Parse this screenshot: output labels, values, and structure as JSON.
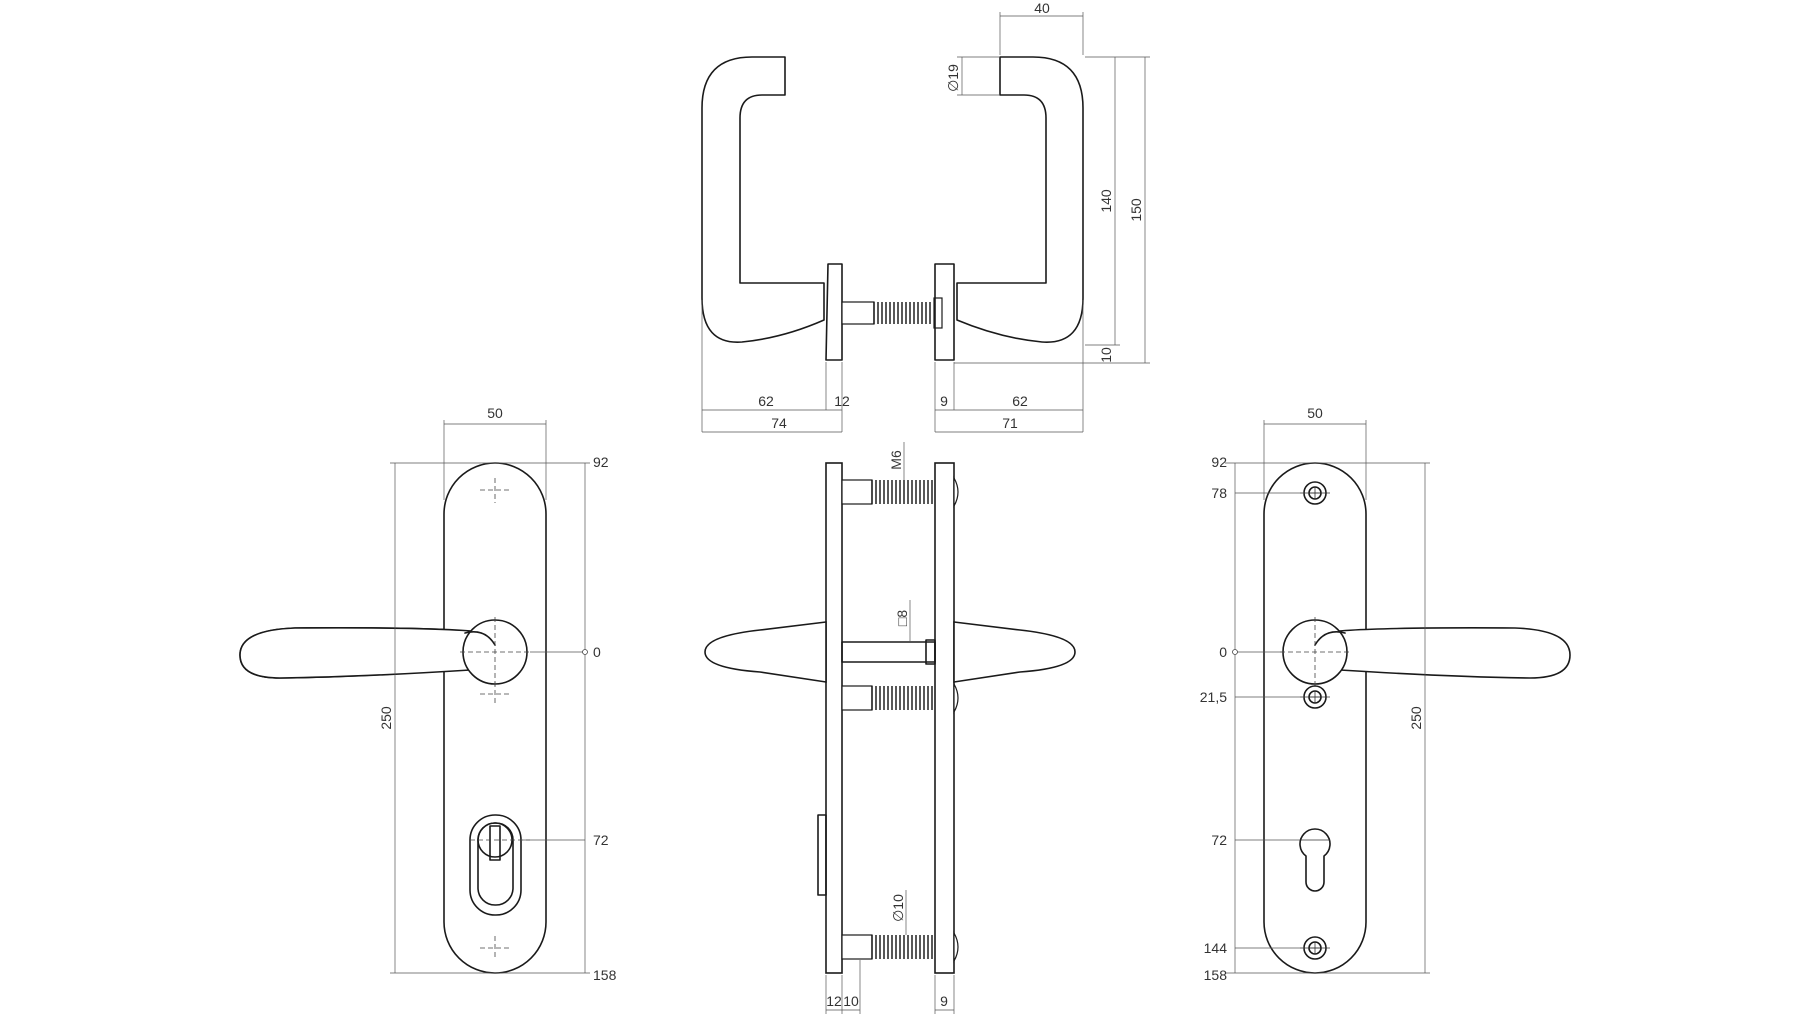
{
  "labels": {
    "top": {
      "width_40": "40",
      "dia_19": "∅19",
      "h_140": "140",
      "h_150": "150",
      "h_10": "10",
      "l_62a": "62",
      "l_12": "12",
      "l_74": "74",
      "r_9": "9",
      "r_62b": "62",
      "r_71": "71"
    },
    "left": {
      "w_50": "50",
      "y_92": "92",
      "y_0": "0",
      "h_250": "250",
      "y_72": "72",
      "y_158": "158"
    },
    "mid": {
      "m6": "M6",
      "sq8": "□8",
      "dia_10": "∅10",
      "b_12": "12",
      "b_10": "10",
      "b_9": "9"
    },
    "right": {
      "w_50": "50",
      "y_92": "92",
      "y_78": "78",
      "y_0": "0",
      "y_21_5": "21,5",
      "h_250": "250",
      "y_72": "72",
      "y_144": "144",
      "y_158": "158"
    }
  }
}
